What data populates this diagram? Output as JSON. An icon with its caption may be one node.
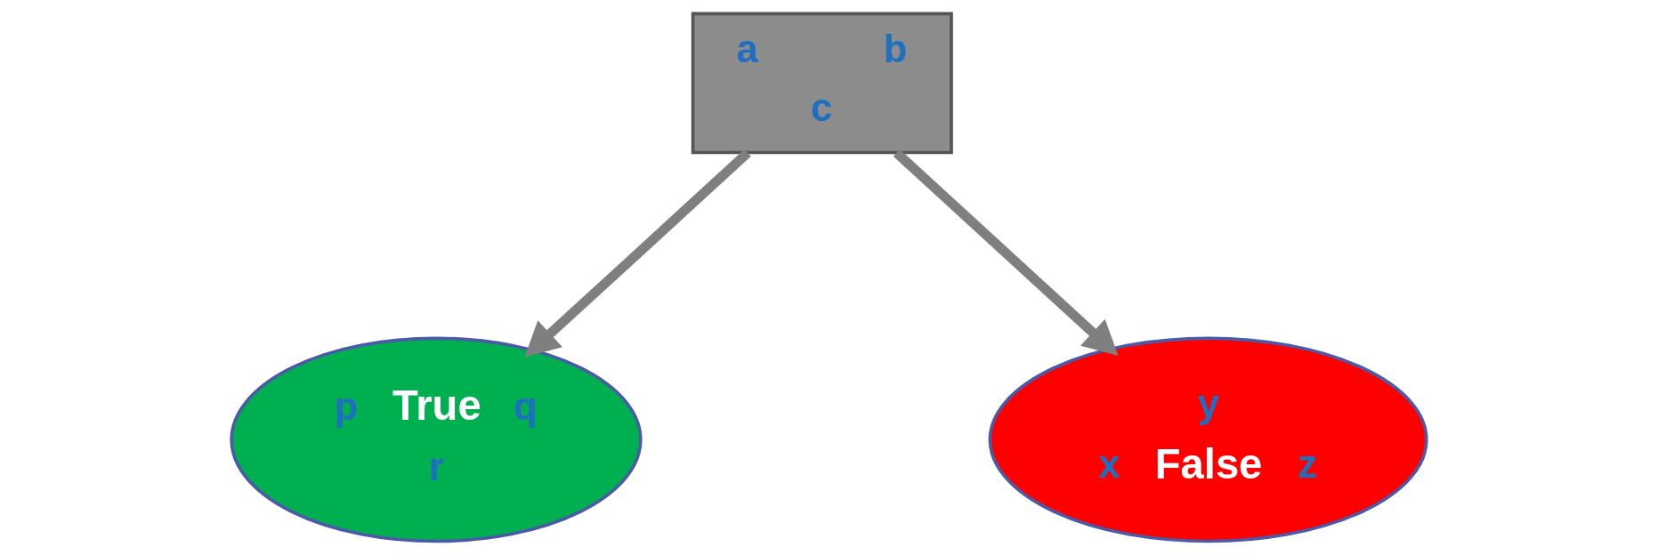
{
  "diagram": {
    "nodes": [
      {
        "text": [
          "a",
          "c",
          "b"
        ]
      },
      {
        "text": [
          "p",
          "True",
          "q",
          "r"
        ]
      },
      {
        "text": [
          "y",
          "x",
          "False",
          "z"
        ]
      }
    ],
    "edges": [
      {
        "from": 0,
        "to": 1,
        "arrow": "to"
      },
      {
        "from": 0,
        "to": 2,
        "arrow": "to"
      }
    ]
  }
}
